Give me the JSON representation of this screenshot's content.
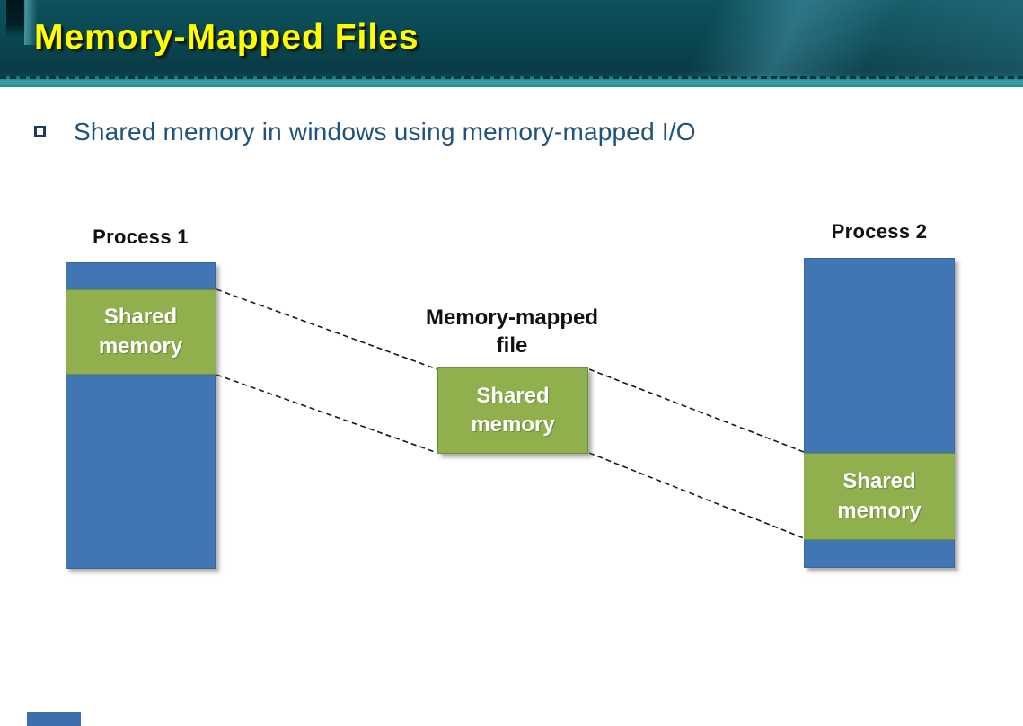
{
  "slide": {
    "title": "Memory-Mapped Files",
    "bullet_text": "Shared memory in windows using memory-mapped I/O"
  },
  "diagram": {
    "process1": {
      "title": "Process 1",
      "shared": "Shared memory"
    },
    "mapped_file": {
      "title_line1": "Memory-mapped",
      "title_line2": "file",
      "shared": "Shared memory"
    },
    "process2": {
      "title": "Process 2",
      "shared": "Shared memory"
    },
    "connections": [
      "process1 shared top - mapped file top",
      "process1 shared bottom - mapped file bottom",
      "mapped file top - process2 shared top",
      "mapped file bottom - process2 shared bottom"
    ]
  },
  "colors": {
    "header_teal": "#0a4650",
    "header_band_teal": "#3ba0a8",
    "title_yellow": "#ffff00",
    "bullet_text_blue": "#1e5380",
    "bullet_square_navy": "#1f3864",
    "process_blue": "#4076b4",
    "shared_green": "#8fb04c",
    "shared_green_border": "#6e8c3a",
    "diagram_text_black": "#111111",
    "shared_text_white": "#ffffff"
  }
}
